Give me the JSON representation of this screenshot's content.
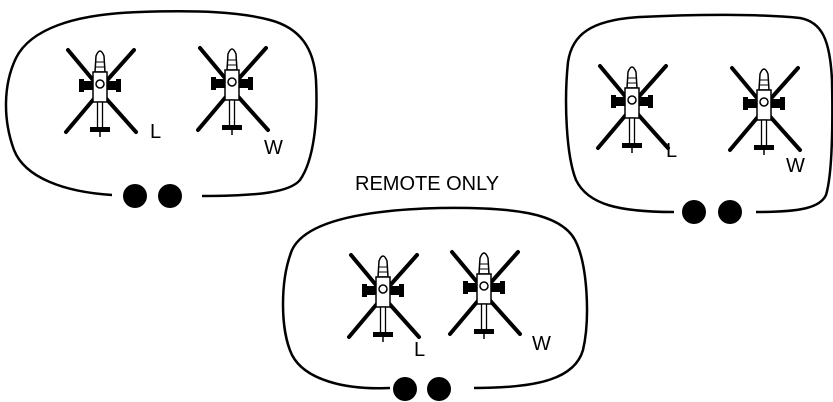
{
  "caption": "REMOTE ONLY",
  "groups": [
    {
      "helicopters": [
        {
          "label": "L"
        },
        {
          "label": "W"
        }
      ],
      "dot_count": 2
    },
    {
      "helicopters": [
        {
          "label": "L"
        },
        {
          "label": "W"
        }
      ],
      "dot_count": 2
    },
    {
      "helicopters": [
        {
          "label": "L"
        },
        {
          "label": "W"
        }
      ],
      "dot_count": 2
    }
  ],
  "colors": {
    "ink": "#000000",
    "background": "#ffffff"
  },
  "icons": {
    "helicopter": "attack-helicopter-top-view-icon",
    "marker": "filled-dot-icon"
  }
}
